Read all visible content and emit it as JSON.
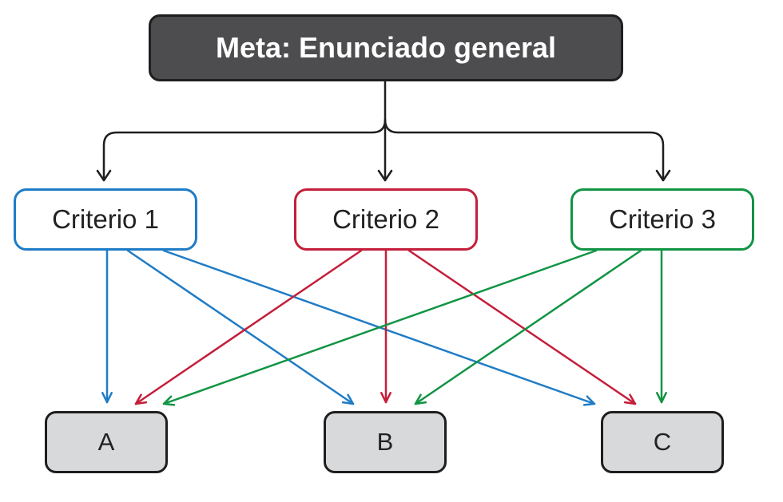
{
  "goal": {
    "label": "Meta: Enunciado general",
    "fill": "#4d4d4f",
    "text_color": "#ffffff"
  },
  "criteria": [
    {
      "label": "Criterio 1",
      "color": "#1f7cc6"
    },
    {
      "label": "Criterio 2",
      "color": "#c41e3a"
    },
    {
      "label": "Criterio 3",
      "color": "#119444"
    }
  ],
  "alternatives": [
    {
      "label": "A"
    },
    {
      "label": "B"
    },
    {
      "label": "C"
    }
  ],
  "colors": {
    "goal_connector": "#1e1e1e",
    "alternative_fill": "#d8d9db",
    "border_dark": "#1e1e1e"
  }
}
